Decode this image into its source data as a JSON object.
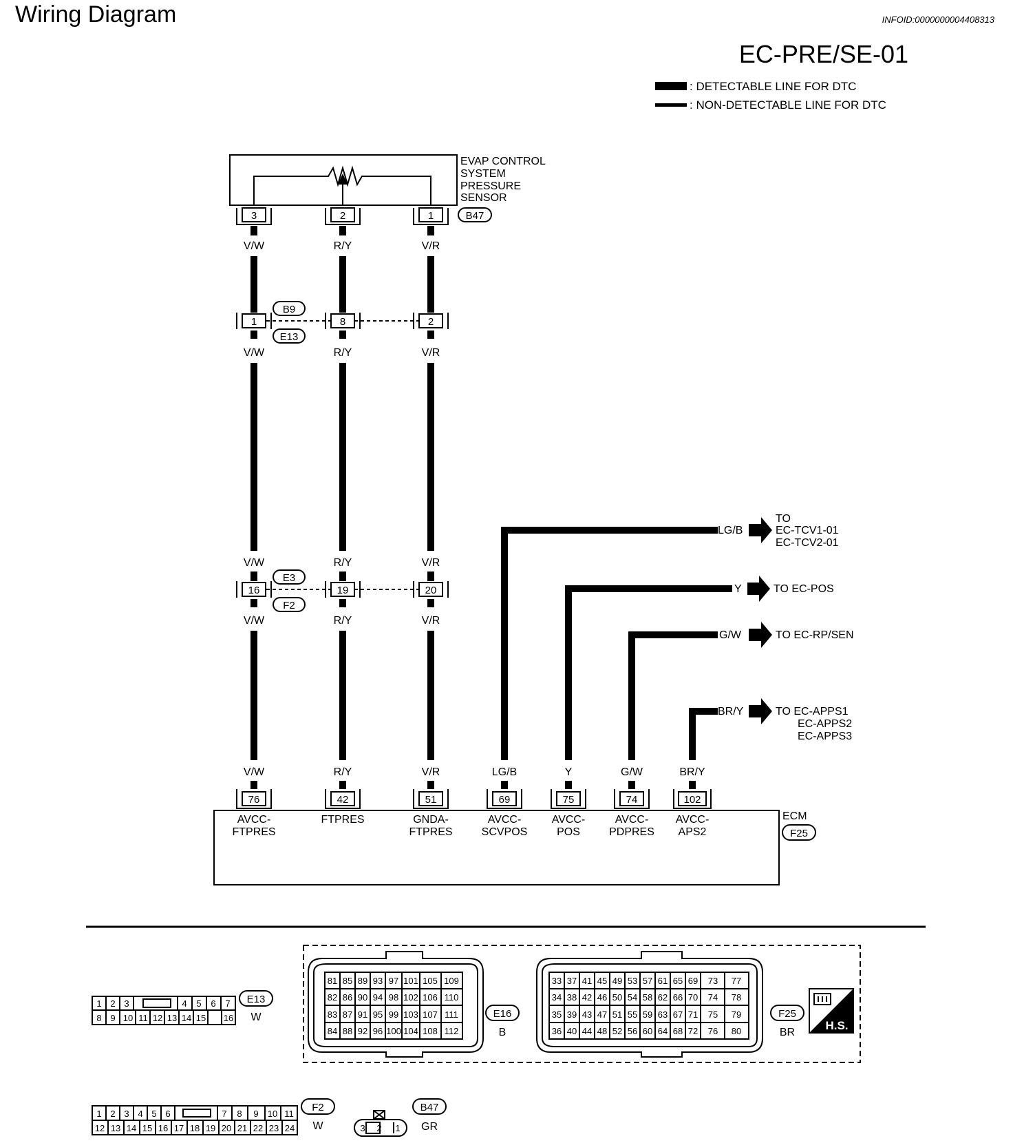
{
  "header": {
    "title": "Wiring Diagram",
    "info_id": "INFOID:0000000004408313",
    "page_code": "EC-PRE/SE-01"
  },
  "legend": {
    "detectable": ": DETECTABLE LINE FOR DTC",
    "non_detectable": ": NON-DETECTABLE LINE FOR DTC"
  },
  "sensor": {
    "name_lines": [
      "EVAP CONTROL",
      "SYSTEM",
      "PRESSURE",
      "SENSOR"
    ],
    "connector": "B47",
    "pins": [
      "3",
      "2",
      "1"
    ]
  },
  "wires": {
    "vw": "V/W",
    "ry": "R/Y",
    "vr": "V/R"
  },
  "junction_b9": {
    "upper": "B9",
    "lower": "E13",
    "pins": [
      "1",
      "8",
      "2"
    ]
  },
  "junction_e3": {
    "upper": "E3",
    "lower": "F2",
    "pins": [
      "16",
      "19",
      "20"
    ]
  },
  "branches": [
    {
      "color": "LG/B",
      "dest_lines": [
        "TO",
        "EC-TCV1-01",
        "EC-TCV2-01"
      ]
    },
    {
      "color": "Y",
      "dest_lines": [
        "TO EC-POS"
      ]
    },
    {
      "color": "G/W",
      "dest_lines": [
        "TO EC-RP/SEN"
      ]
    },
    {
      "color": "BR/Y",
      "dest_lines": [
        "TO EC-APPS1",
        "EC-APPS2",
        "EC-APPS3"
      ]
    }
  ],
  "ecm": {
    "name": "ECM",
    "connector": "F25",
    "terminals": [
      {
        "wire": "V/W",
        "pin": "76",
        "sig": [
          "AVCC-",
          "FTPRES"
        ]
      },
      {
        "wire": "R/Y",
        "pin": "42",
        "sig": [
          "FTPRES"
        ]
      },
      {
        "wire": "V/R",
        "pin": "51",
        "sig": [
          "GNDA-",
          "FTPRES"
        ]
      },
      {
        "wire": "LG/B",
        "pin": "69",
        "sig": [
          "AVCC-",
          "SCVPOS"
        ]
      },
      {
        "wire": "Y",
        "pin": "75",
        "sig": [
          "AVCC-",
          "POS"
        ]
      },
      {
        "wire": "G/W",
        "pin": "74",
        "sig": [
          "AVCC-",
          "PDPRES"
        ]
      },
      {
        "wire": "BR/Y",
        "pin": "102",
        "sig": [
          "AVCC-",
          "APS2"
        ]
      }
    ]
  },
  "connector_views": {
    "e13": {
      "id": "E13",
      "color": "W",
      "row1": [
        "1",
        "2",
        "3",
        "",
        "4",
        "5",
        "6",
        "7"
      ],
      "row2": [
        "8",
        "9",
        "10",
        "11",
        "12",
        "13",
        "14",
        "15",
        "16"
      ]
    },
    "e16": {
      "id": "E16",
      "color": "B",
      "rows": [
        [
          "81",
          "85",
          "89",
          "93",
          "97",
          "101",
          "105",
          "109"
        ],
        [
          "82",
          "86",
          "90",
          "94",
          "98",
          "102",
          "106",
          "110"
        ],
        [
          "83",
          "87",
          "91",
          "95",
          "99",
          "103",
          "107",
          "111"
        ],
        [
          "84",
          "88",
          "92",
          "96",
          "100",
          "104",
          "108",
          "112"
        ]
      ]
    },
    "f25": {
      "id": "F25",
      "color": "BR",
      "rows": [
        [
          "33",
          "37",
          "41",
          "45",
          "49",
          "53",
          "57",
          "61",
          "65",
          "69",
          "73",
          "77"
        ],
        [
          "34",
          "38",
          "42",
          "46",
          "50",
          "54",
          "58",
          "62",
          "66",
          "70",
          "74",
          "78"
        ],
        [
          "35",
          "39",
          "43",
          "47",
          "51",
          "55",
          "59",
          "63",
          "67",
          "71",
          "75",
          "79"
        ],
        [
          "36",
          "40",
          "44",
          "48",
          "52",
          "56",
          "60",
          "64",
          "68",
          "72",
          "76",
          "80"
        ]
      ]
    },
    "hs": "H.S.",
    "f2": {
      "id": "F2",
      "color": "W",
      "row1": [
        "1",
        "2",
        "3",
        "4",
        "5",
        "6",
        "",
        "7",
        "8",
        "9",
        "10",
        "11"
      ],
      "row2": [
        "12",
        "13",
        "14",
        "15",
        "16",
        "17",
        "18",
        "19",
        "20",
        "21",
        "22",
        "23",
        "24"
      ]
    },
    "b47": {
      "id": "B47",
      "color": "GR",
      "pins": [
        "3",
        "2",
        "1"
      ]
    }
  }
}
